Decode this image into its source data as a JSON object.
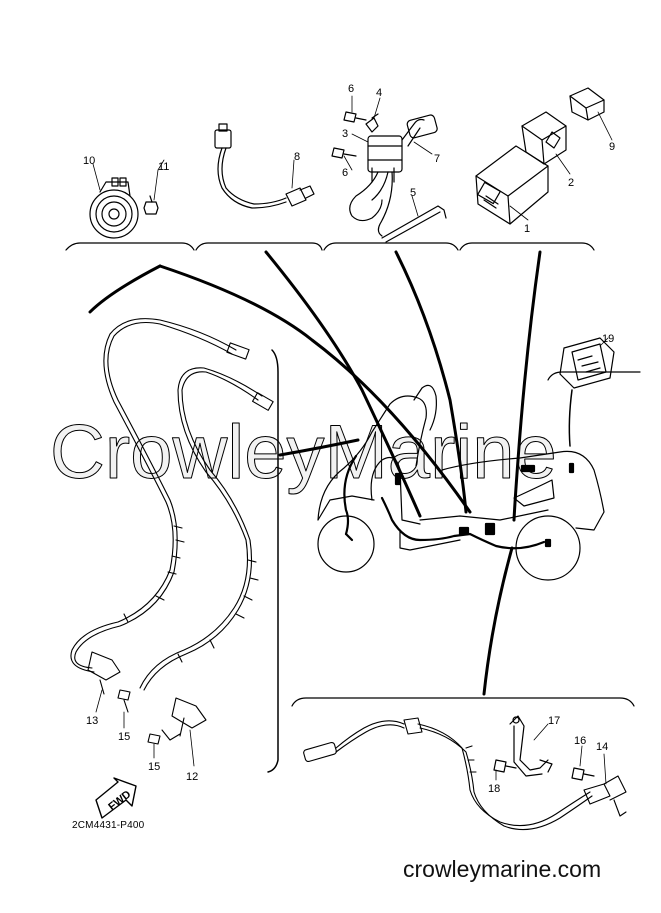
{
  "watermark": "CrowleyMarine",
  "diagram_code": "2CM4431-P400",
  "website": "crowleymarine.com",
  "fwd_label": "FWD",
  "callouts": {
    "c1": "1",
    "c2": "2",
    "c3": "3",
    "c4": "4",
    "c5": "5",
    "c6a": "6",
    "c6b": "6",
    "c7": "7",
    "c8": "8",
    "c9": "9",
    "c10": "10",
    "c11": "11",
    "c12": "12",
    "c13": "13",
    "c14": "14",
    "c15a": "15",
    "c15b": "15",
    "c16": "16",
    "c17": "17",
    "c18": "18",
    "c19": "19"
  }
}
